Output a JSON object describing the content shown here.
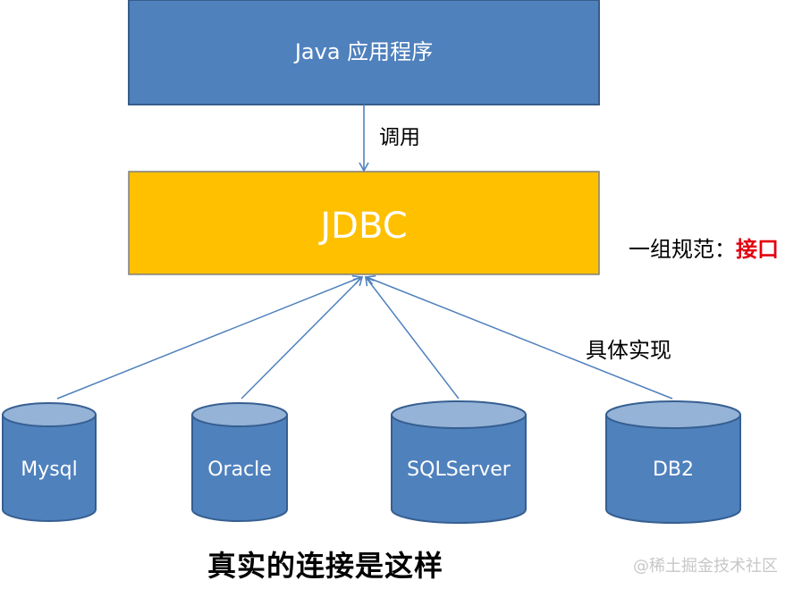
{
  "app_box": {
    "label": "Java 应用程序",
    "color": "#4f81bd"
  },
  "jdbc_box": {
    "label": "JDBC",
    "color": "#ffc000"
  },
  "call_label": "调用",
  "spec_label": {
    "prefix": "一组规范：",
    "emphasis": "接口",
    "emphasis_color": "#e3000f"
  },
  "impl_label": "具体实现",
  "databases": [
    {
      "label": "Mysql"
    },
    {
      "label": "Oracle"
    },
    {
      "label": "SQLServer"
    },
    {
      "label": "DB2"
    }
  ],
  "caption": "真实的连接是这样",
  "watermark": "@稀土掘金技术社区",
  "colors": {
    "cylinder_body": "#4f81bd",
    "cylinder_top": "#95b3d7",
    "cylinder_stroke": "#365f91",
    "arrow": "#4f81bd"
  }
}
